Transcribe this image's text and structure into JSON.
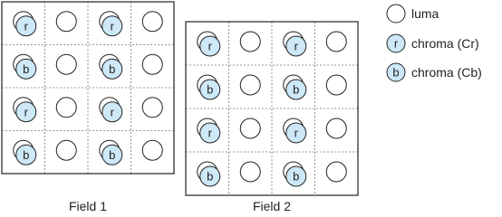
{
  "diagram": {
    "field1": {
      "caption": "Field 1",
      "rows": [
        [
          "r",
          "",
          "r",
          ""
        ],
        [
          "b",
          "",
          "b",
          ""
        ],
        [
          "r",
          "",
          "r",
          ""
        ],
        [
          "b",
          "",
          "b",
          ""
        ]
      ]
    },
    "field2": {
      "caption": "Field 2",
      "rows": [
        [
          "r",
          "",
          "r",
          ""
        ],
        [
          "b",
          "",
          "b",
          ""
        ],
        [
          "r",
          "",
          "r",
          ""
        ],
        [
          "b",
          "",
          "b",
          ""
        ]
      ]
    },
    "legend": {
      "items": [
        {
          "label": "luma",
          "glyph": ""
        },
        {
          "label": "chroma (Cr)",
          "glyph": "r"
        },
        {
          "label": "chroma (Cb)",
          "glyph": "b"
        }
      ]
    },
    "colors": {
      "chroma_fill": "#cde8f7",
      "luma_fill": "#ffffff",
      "stroke": "#222222",
      "grid": "#777777"
    }
  }
}
